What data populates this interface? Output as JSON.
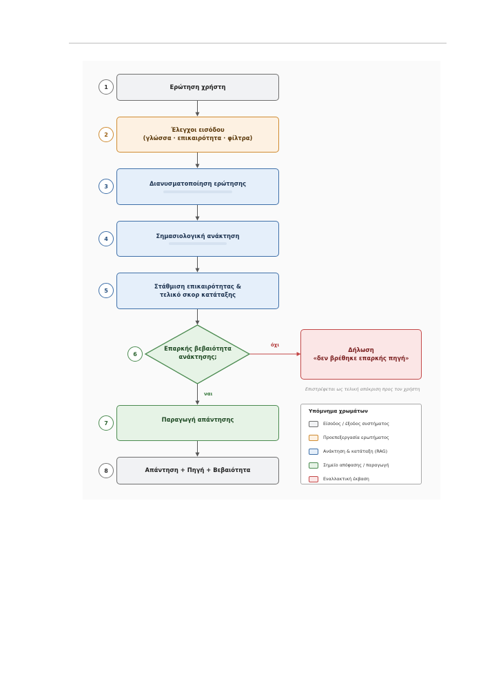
{
  "nodes": {
    "n1": {
      "num": "1",
      "lines": [
        "Ερώτηση χρήστη"
      ]
    },
    "n2": {
      "num": "2",
      "lines": [
        "Έλεγχοι εισόδου",
        "(γλώσσα · επικαιρότητα · φίλτρα)"
      ]
    },
    "n3": {
      "num": "3",
      "lines": [
        "Διανυσματοποίηση ερώτησης"
      ]
    },
    "n4": {
      "num": "4",
      "lines": [
        "Σημασιολογική ανάκτηση"
      ]
    },
    "n5": {
      "num": "5",
      "lines": [
        "Στάθμιση επικαιρότητας &",
        "τελικό σκορ κατάταξης"
      ]
    },
    "n6": {
      "num": "6",
      "lines": [
        "Επαρκής",
        "βεβαιότητα ανάκτησης;"
      ]
    },
    "n7": {
      "num": "7",
      "lines": [
        "Παραγωγή απάντησης"
      ]
    },
    "n8": {
      "num": "8",
      "lines": [
        "Απάντηση + Πηγή + Βεβαιότητα"
      ]
    },
    "alt": {
      "lines": [
        "Δήλωση",
        "«δεν βρέθηκε επαρκής πηγή»"
      ]
    }
  },
  "edges": {
    "no_label": "όχι",
    "yes_label": "ναι"
  },
  "note": "Επιστρέφεται ως τελική απόκριση προς τον χρήστη",
  "legend": {
    "title": "Υπόμνημα χρωμάτων",
    "items": [
      {
        "label": "Είσοδος / έξοδος συστήματος",
        "fill": "#f1f2f4",
        "border": "#6e6e6e"
      },
      {
        "label": "Προεπεξεργασία ερωτήματος",
        "fill": "#fdf1e2",
        "border": "#cf8a2f"
      },
      {
        "label": "Ανάκτηση & κατάταξη (RAG)",
        "fill": "#e5effa",
        "border": "#3e6fa8"
      },
      {
        "label": "Σημείο απόφασης / παραγωγή",
        "fill": "#e6f3e6",
        "border": "#4a8a4f"
      },
      {
        "label": "Εναλλακτική έκβαση",
        "fill": "#fbe6e6",
        "border": "#c34747"
      }
    ]
  }
}
